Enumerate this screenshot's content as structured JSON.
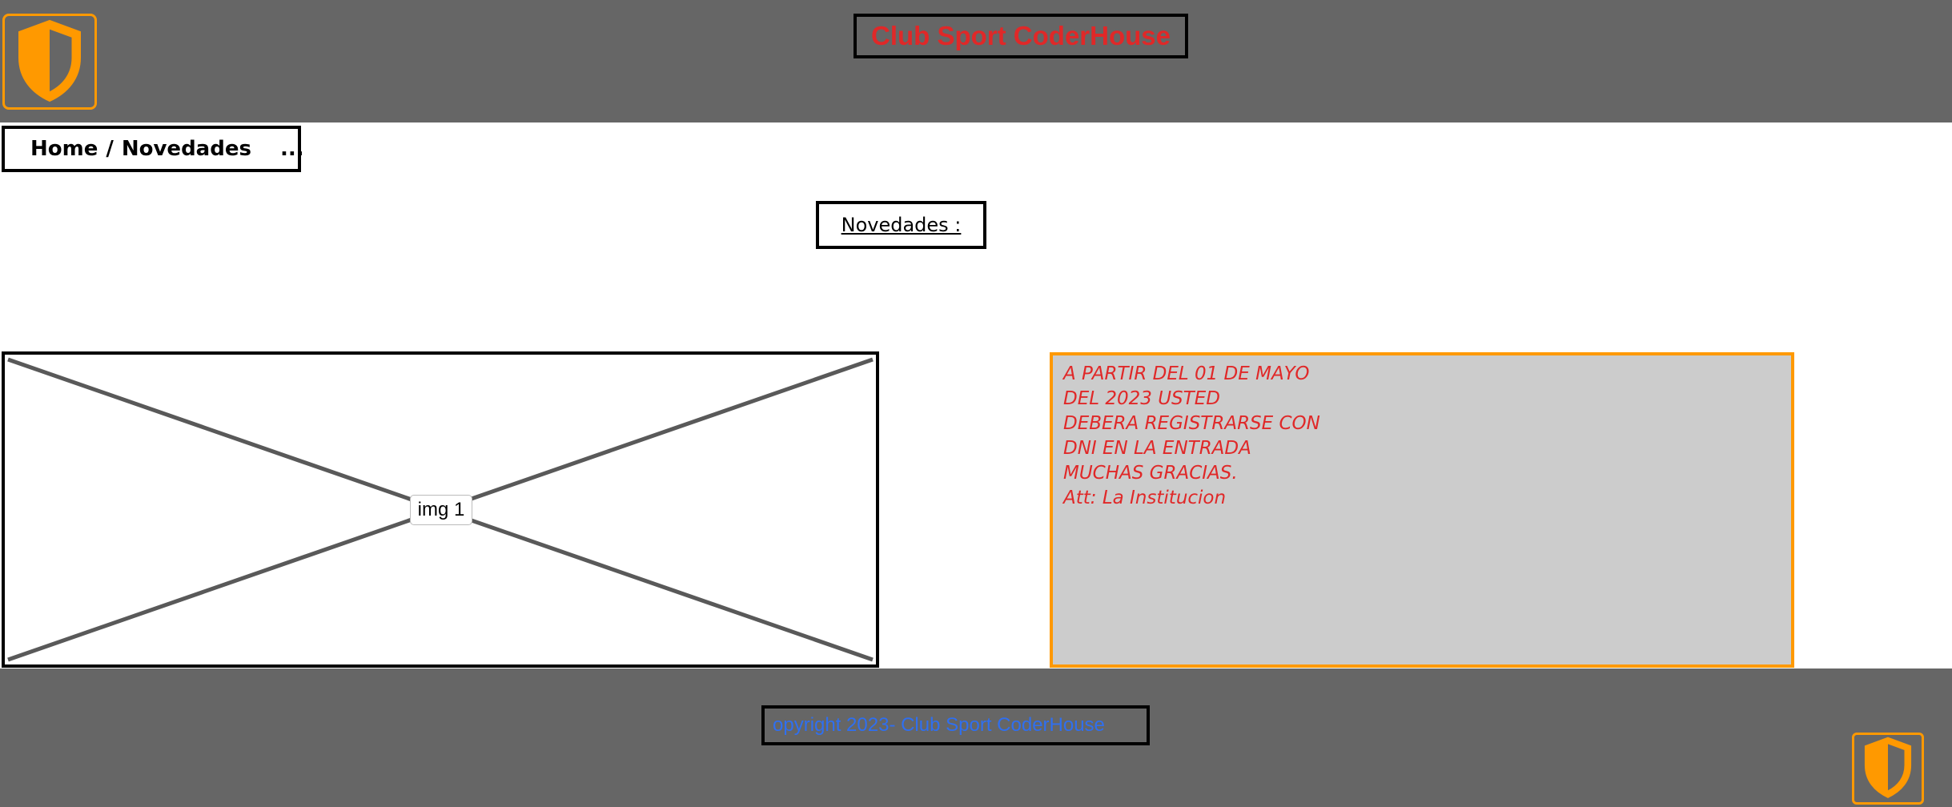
{
  "header": {
    "title": "Club Sport CoderHouse",
    "logo_icon": "shield-icon"
  },
  "breadcrumb": {
    "home": "Home",
    "separator": "/",
    "current": "Novedades",
    "more": "..."
  },
  "section": {
    "title": "Novedades :"
  },
  "image": {
    "label": "img 1"
  },
  "notice": {
    "lines": [
      "A PARTIR DEL 01 DE MAYO",
      "DEL 2023 USTED",
      "DEBERA REGISTRARSE CON",
      "DNI EN LA ENTRADA",
      "MUCHAS GRACIAS.",
      "Att: La Institucion"
    ]
  },
  "footer": {
    "copyright": "opyright 2023- Club Sport CoderHouse",
    "logo_icon": "shield-icon"
  },
  "colors": {
    "bar": "#666666",
    "accent": "#ff9900",
    "title_red": "#e02828",
    "link_blue": "#2f6ff0",
    "notice_bg": "#cccccc"
  }
}
